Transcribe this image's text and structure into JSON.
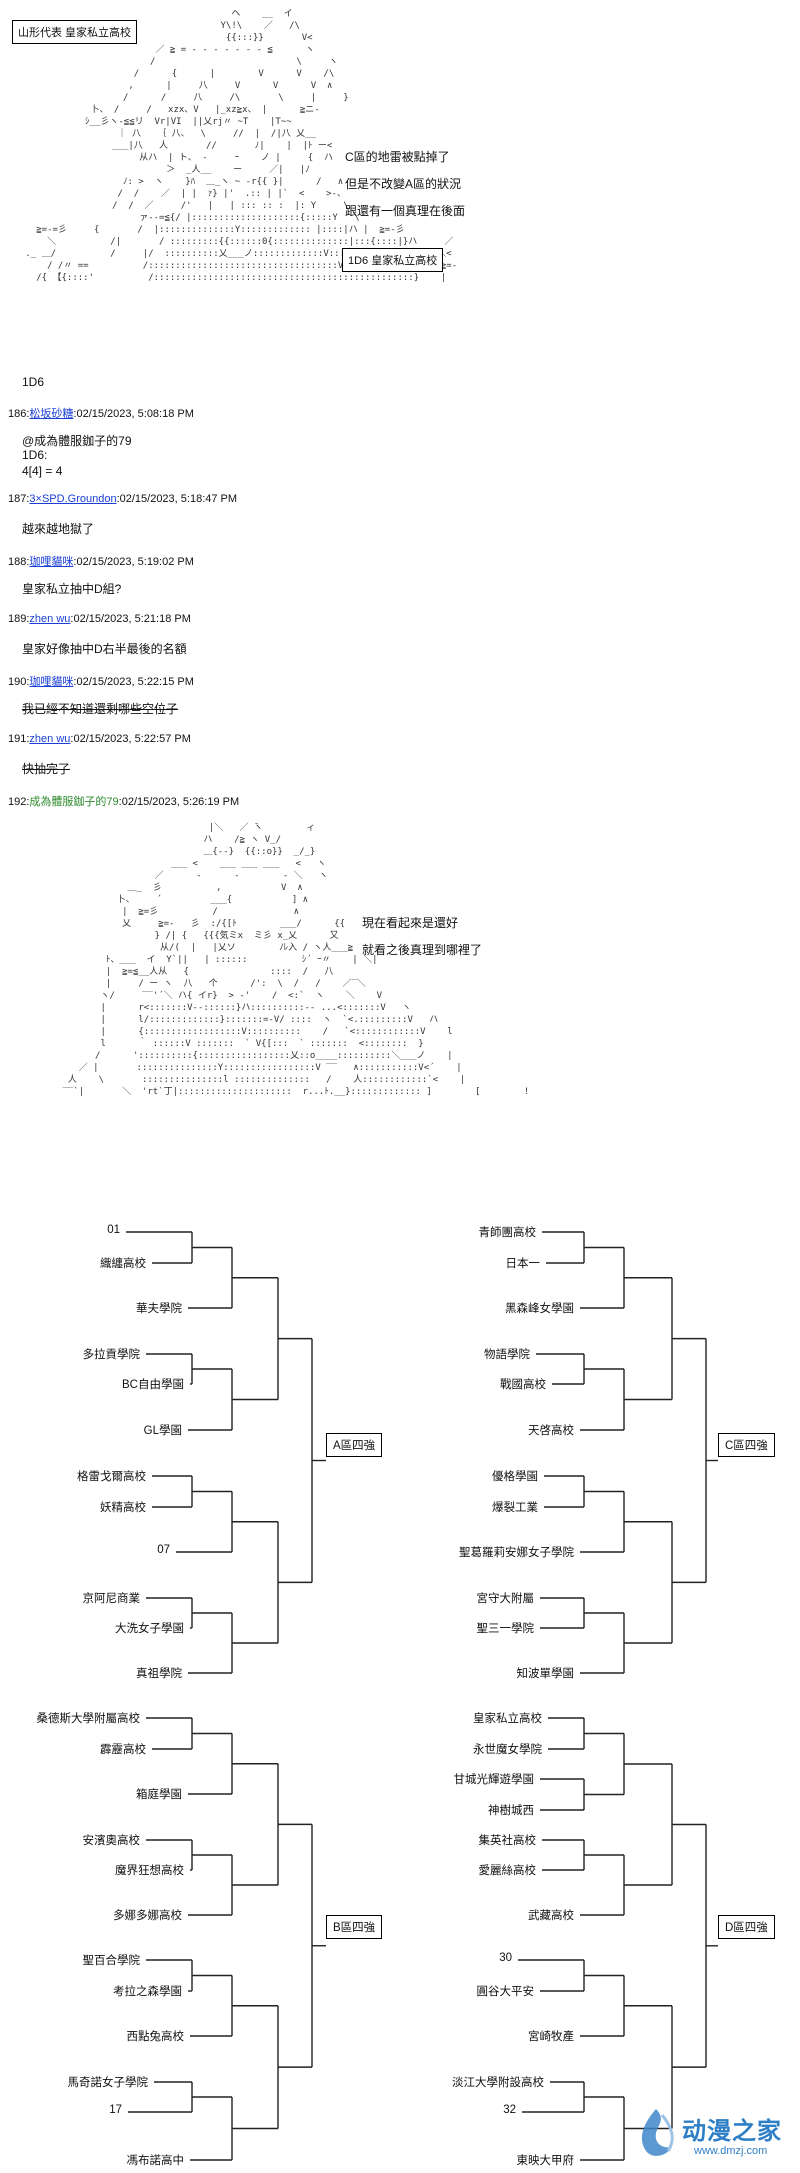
{
  "header": {
    "title_box": "山形代表 皇家私立高校",
    "dice_box": "1D6 皇家私立高校",
    "dice_result": "1D6"
  },
  "top_aa_text": {
    "line1": "C區的地雷被點掉了",
    "line2": "但是不改變A區的狀況",
    "line3": "跟還有一個真理在後面"
  },
  "posts": [
    {
      "num": "186:",
      "name": "松坂砂糖",
      "date": ":02/15/2023, 5:08:18 PM",
      "body": [
        "@成為體服鉫子的79",
        "1D6:",
        "4[4] = 4"
      ],
      "style": "link"
    },
    {
      "num": "187:",
      "name": "3×SPD.Groundon",
      "date": ":02/15/2023, 5:18:47 PM",
      "body": [
        "越來越地獄了"
      ],
      "style": "link"
    },
    {
      "num": "188:",
      "name": "珈哩貓咪",
      "date": ":02/15/2023, 5:19:02 PM",
      "body": [
        "皇家私立抽中D組?"
      ],
      "style": "link"
    },
    {
      "num": "189:",
      "name": "zhen wu",
      "date": ":02/15/2023, 5:21:18 PM",
      "body": [
        "皇家好像抽中D右半最後的名額"
      ],
      "style": "link"
    },
    {
      "num": "190:",
      "name": "珈哩貓咪",
      "date": ":02/15/2023, 5:22:15 PM",
      "body": [
        "我已經不知道還剩哪些空位子"
      ],
      "style": "link",
      "strike": true
    },
    {
      "num": "191:",
      "name": "zhen wu",
      "date": ":02/15/2023, 5:22:57 PM",
      "body": [
        "快抽完了"
      ],
      "style": "link",
      "strike": true
    },
    {
      "num": "192:",
      "name": "成為體服鉫子的79",
      "date": ":02/15/2023, 5:26:19 PM",
      "body": [],
      "style": "green"
    }
  ],
  "mid_aa_text": {
    "line1": "現在看起來是還好",
    "line2": "就看之後真理到哪裡了"
  },
  "bracket": {
    "left_teams": [
      "01",
      "織纏高校",
      "華夫學院",
      "多拉貢學院",
      "BC自由學園",
      "GL學園",
      "格雷戈爾高校",
      "妖精高校",
      "07",
      "京阿尼商業",
      "大洗女子學園",
      "真祖學院",
      "桑德斯大學附屬高校",
      "霹靂高校",
      "箱庭學園",
      "安濱奧高校",
      "魔界狂想高校",
      "多娜多娜高校",
      "聖百合學院",
      "考拉之森學園",
      "西點兔高校",
      "馬奇諾女子學院",
      "17",
      "馮布諾高中"
    ],
    "right_teams": [
      "青師團高校",
      "日本一",
      "黑森峰女學園",
      "物語學院",
      "戰國高校",
      "天啓高校",
      "優格學園",
      "爆裂工業",
      "聖葛羅莉安娜女子學院",
      "宮守大附屬",
      "聖三一學院",
      "知波單學園",
      "皇家私立高校",
      "永世魔女學院",
      "甘城光輝遊學園",
      "神樹城西",
      "集英社高校",
      "愛麗絲高校",
      "武藏高校",
      "30",
      "圓谷大平安",
      "宮崎牧產",
      "淡江大學附設高校",
      "32",
      "東映大甲府"
    ],
    "zones": {
      "a": "A區四強",
      "b": "B區四強",
      "c": "C區四強",
      "d": "D區四強"
    }
  },
  "watermark": {
    "brand": "动漫之家",
    "url": "www.dmzj.com"
  }
}
